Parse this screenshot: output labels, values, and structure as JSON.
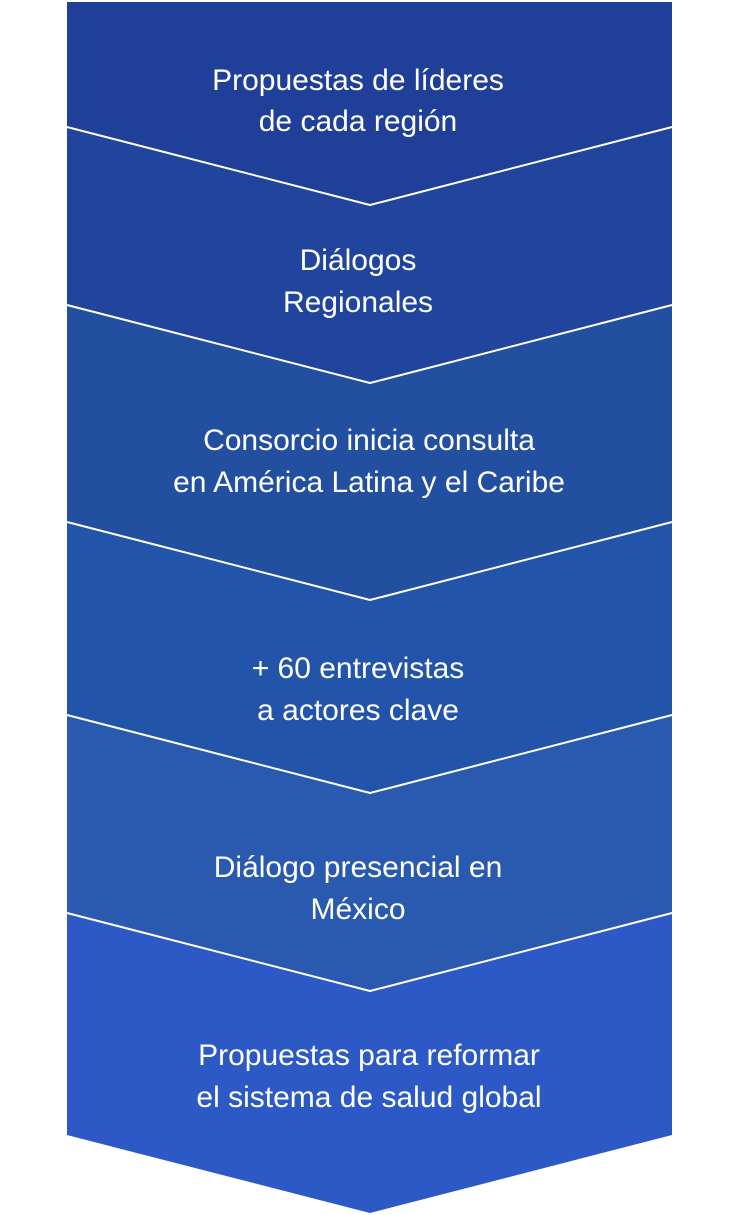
{
  "steps": [
    {
      "lines": [
        "Propuestas de líderes",
        "de cada región"
      ],
      "color": "#203f98"
    },
    {
      "lines": [
        "Diálogos",
        "Regionales"
      ],
      "color": "#21459d"
    },
    {
      "lines": [
        "Consorcio inicia consulta",
        "en América Latina y el Caribe"
      ],
      "color": "#224f9f"
    },
    {
      "lines": [
        "+ 60 entrevistas",
        "a actores clave"
      ],
      "color": "#2254aa"
    },
    {
      "lines": [
        "Diálogo presencial en",
        "México"
      ],
      "color": "#2a5ab0"
    },
    {
      "lines": [
        "Propuestas para reformar",
        "el sistema de salud global"
      ],
      "color": "#2c59c5"
    }
  ],
  "divider_color": "#ffffff"
}
